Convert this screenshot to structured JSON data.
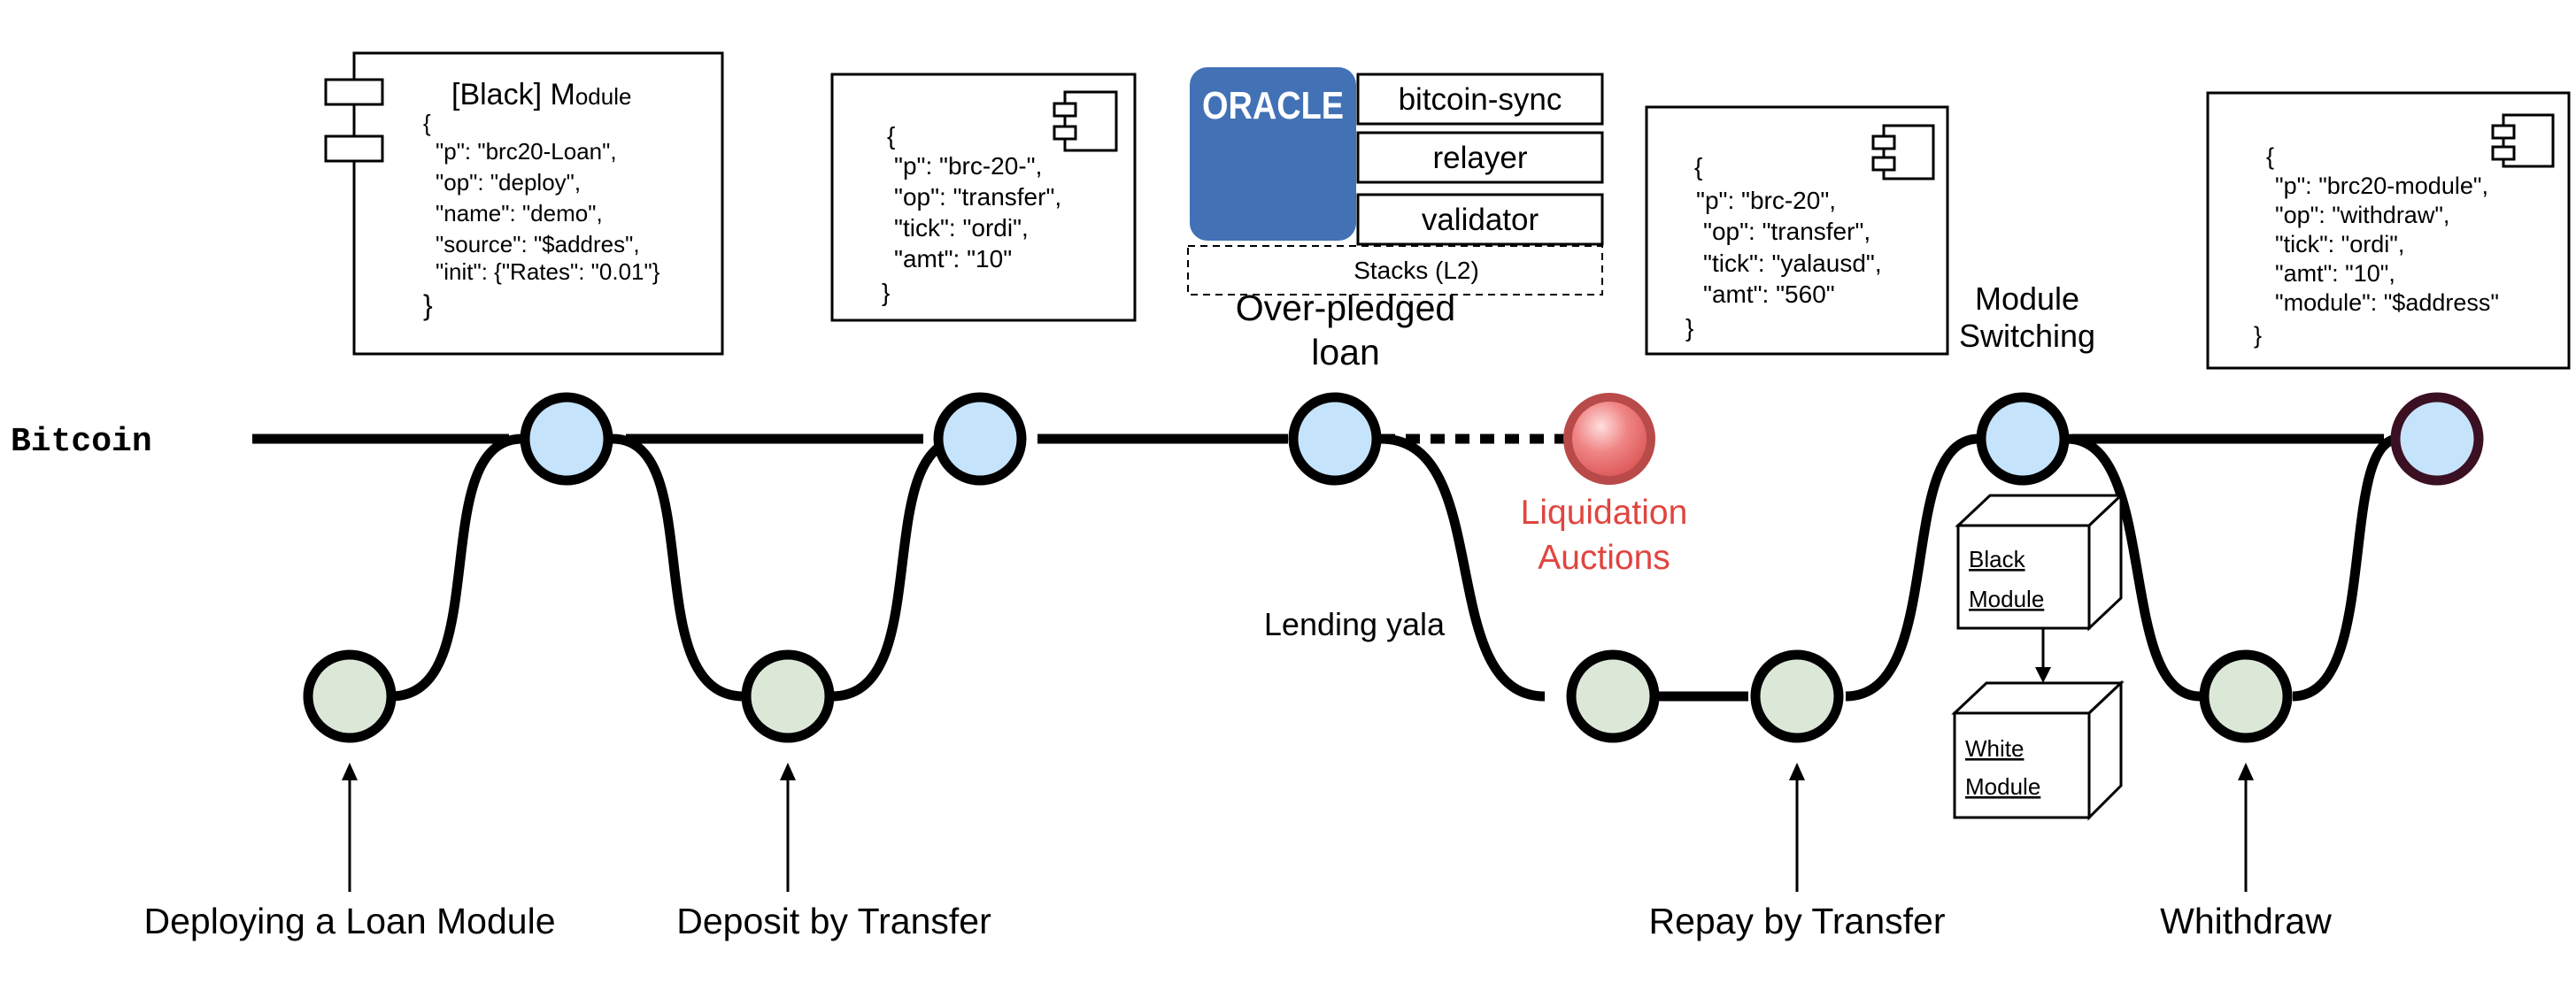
{
  "diagram": {
    "chain_label": "Bitcoin",
    "stages": {
      "deploy": "Deploying a Loan Module",
      "deposit": "Deposit by Transfer",
      "repay": "Repay by Transfer",
      "withdraw": "Whithdraw"
    },
    "mid_labels": {
      "over_pledged_1": "Over-pledged",
      "over_pledged_2": "loan",
      "lending": "Lending yala",
      "module_switching_1": "Module",
      "module_switching_2": "Switching",
      "liquidation_1": "Liquidation",
      "liquidation_2": "Auctions"
    },
    "module_box": {
      "title_prefix": "[Black] M",
      "title_suffix": "odule",
      "lines": [
        "{",
        "\"p\": \"brc20-Loan\",",
        "\"op\": \"deploy\",",
        "\"name\": \"demo\",",
        "\"source\": \"$addres\",",
        "\"init\": {\"Rates\": \"0.01\"}",
        "}"
      ]
    },
    "deposit_box": {
      "lines": [
        "{",
        "\"p\": \"brc-20-\",",
        "\"op\": \"transfer\",",
        "\"tick\": \"ordi\",",
        "\"amt\": \"10\"",
        "}"
      ]
    },
    "oracle": {
      "logo": "ORACLE",
      "items": [
        "bitcoin-sync",
        "relayer",
        "validator"
      ],
      "layer": "Stacks (L2)"
    },
    "repay_box": {
      "lines": [
        "{",
        "\"p\": \"brc-20\",",
        "\"op\": \"transfer\",",
        "\"tick\": \"yalausd\",",
        "\"amt\": \"560\"",
        "}"
      ]
    },
    "withdraw_box": {
      "lines": [
        "{",
        "\"p\": \"brc20-module\",",
        "\"op\": \"withdraw\",",
        "\"tick\": \"ordi\",",
        "\"amt\": \"10\",",
        "\"module\": \"$address\"",
        "}"
      ]
    },
    "cubes": {
      "black": [
        "Black",
        "Module"
      ],
      "white": [
        "White",
        "Module"
      ]
    },
    "colors": {
      "main_node": "#c5e3fb",
      "side_node": "#dbe8d8",
      "liquidation_node": "#e26a6a",
      "liquidation_text": "#e0453f",
      "oracle_blue": "#4271b6",
      "line": "#000000",
      "last_node_stroke": "#3a1022"
    }
  }
}
